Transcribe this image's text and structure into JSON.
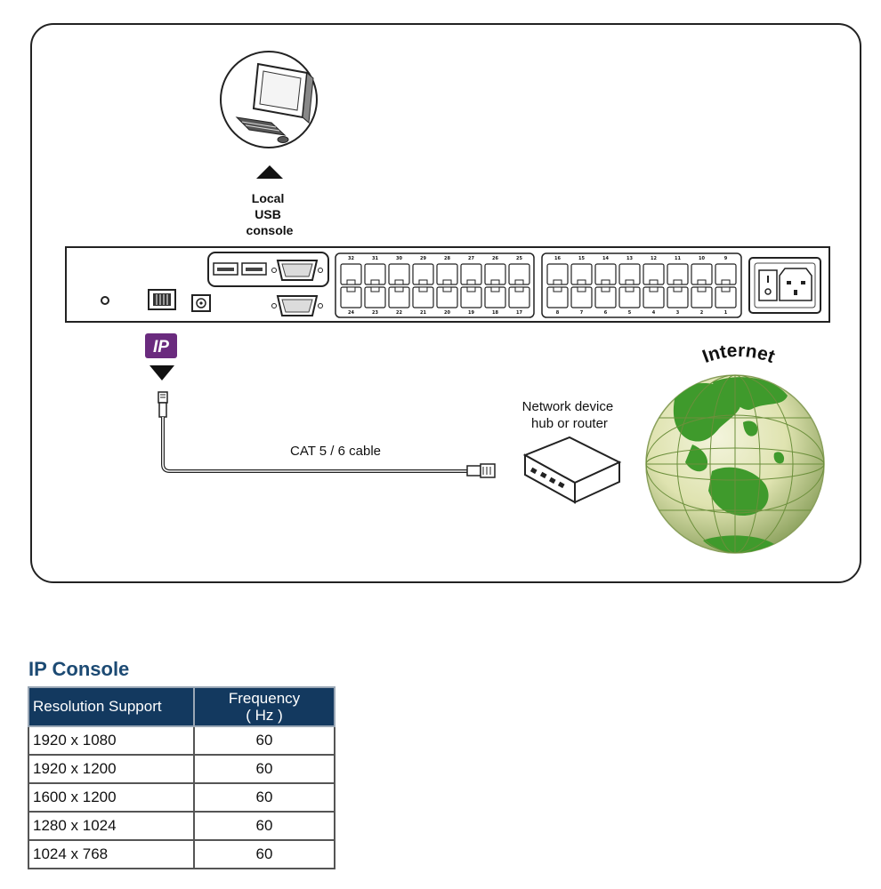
{
  "diagram": {
    "local_console_label": [
      "Local",
      "USB",
      "console"
    ],
    "ip_badge": "IP",
    "cable_label": "CAT 5 / 6 cable",
    "network_device_label": [
      "Network device",
      "hub or router"
    ],
    "internet_label": "Internet",
    "ports_top_left": [
      "32",
      "31",
      "30",
      "29",
      "28",
      "27",
      "26",
      "25"
    ],
    "ports_top_right": [
      "16",
      "15",
      "14",
      "13",
      "12",
      "11",
      "10",
      "9"
    ],
    "ports_bottom_left": [
      "24",
      "23",
      "22",
      "21",
      "20",
      "19",
      "18",
      "17"
    ],
    "ports_bottom_right": [
      "8",
      "7",
      "6",
      "5",
      "4",
      "3",
      "2",
      "1"
    ],
    "colors": {
      "ip_badge": "#6a2b7e",
      "globe_light": "#eef0cf",
      "globe_dark": "#8aa05c",
      "land": "#3f9a2c",
      "table_header": "#13395f",
      "section_title": "#1c4a73"
    }
  },
  "section_title": "IP Console",
  "table": {
    "headers": [
      "Resolution Support",
      "Frequency",
      "( Hz )"
    ],
    "rows": [
      {
        "resolution": "1920 x 1080",
        "frequency": "60"
      },
      {
        "resolution": "1920 x 1200",
        "frequency": "60"
      },
      {
        "resolution": "1600 x 1200",
        "frequency": "60"
      },
      {
        "resolution": "1280 x 1024",
        "frequency": "60"
      },
      {
        "resolution": "1024 x 768",
        "frequency": "60"
      }
    ]
  }
}
